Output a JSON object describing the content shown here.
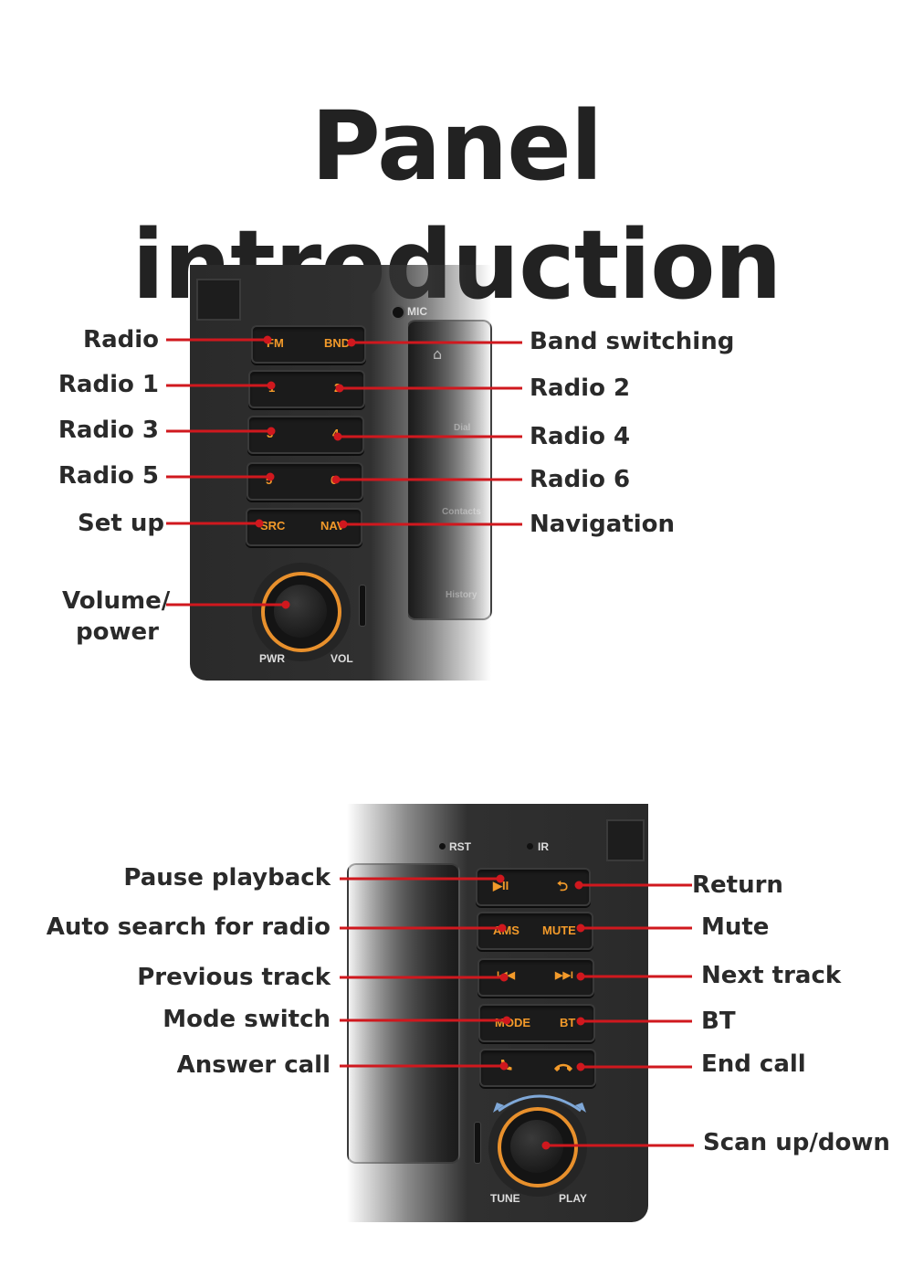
{
  "title": "Panel introduction",
  "top_panel": {
    "mic_label": "MIC",
    "knob_labels": {
      "left": "PWR",
      "right": "VOL"
    },
    "buttons": [
      {
        "left": "FM",
        "right": "BND"
      },
      {
        "left": "1",
        "right": "2"
      },
      {
        "left": "3",
        "right": "4"
      },
      {
        "left": "5",
        "right": "6"
      },
      {
        "left": "SRC",
        "right": "NAV"
      }
    ],
    "labels_left": [
      "Radio",
      "Radio 1",
      "Radio 3",
      "Radio 5",
      "Set up",
      "Volume/",
      "power"
    ],
    "labels_right": [
      "Band switching",
      "Radio 2",
      "Radio 4",
      "Radio 6",
      "Navigation"
    ],
    "screen_items": [
      "Dial",
      "Contacts",
      "History"
    ]
  },
  "bottom_panel": {
    "indicators": [
      "RST",
      "IR"
    ],
    "knob_labels": {
      "left": "TUNE",
      "right": "PLAY"
    },
    "buttons": [
      {
        "left": "▶II",
        "right": "⮌"
      },
      {
        "left": "AMS",
        "right": "MUTE"
      },
      {
        "left": "I◀◀",
        "right": "▶▶I"
      },
      {
        "left": "MODE",
        "right": "BT"
      },
      {
        "left": "call",
        "right": "end"
      }
    ],
    "labels_left": [
      "Pause playback",
      "Auto search for radio",
      "Previous  track",
      "Mode switch",
      "Answer call"
    ],
    "labels_right": [
      "Return",
      "Mute",
      "Next track",
      "BT",
      "End call",
      "Scan up/down"
    ]
  },
  "colors": {
    "accent": "#f39a2a",
    "leader_line": "#d0181e",
    "panel": "#2b2b2b",
    "text": "#2a2a2a"
  }
}
